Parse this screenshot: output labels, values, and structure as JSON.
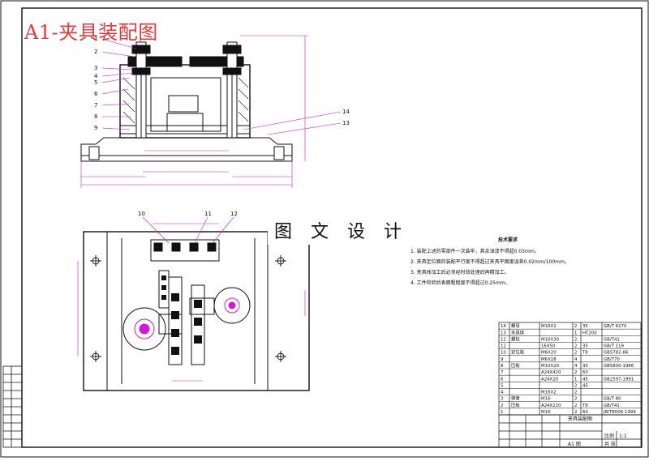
{
  "title": "A1-夹具装配图",
  "watermark": "图 文 设 计",
  "notes": {
    "heading": "技术要求",
    "items": [
      "1. 装配上述的零部件一次装牢，其余油漆不得超0.03mm。",
      "2. 夹具定位面的装配平行度不得超过夹具平面度误差0.02mm/100mm。",
      "3. 夹具体加工后必须经时效处理后再精加工。",
      "4. 工件检验后表面粗糙度不得超过0.25mm。"
    ]
  },
  "callouts_front": [
    "1",
    "2",
    "3",
    "4",
    "5",
    "6",
    "7",
    "8",
    "9"
  ],
  "callouts_front_right": [
    "14",
    "13"
  ],
  "callouts_top": [
    "10",
    "11",
    "12"
  ],
  "bom": {
    "rows": [
      [
        "14",
        "螺母",
        "M16X2",
        "2",
        "35",
        "GB/T 6170"
      ],
      [
        "13",
        "夹具体",
        "",
        "1",
        "HT200",
        ""
      ],
      [
        "12",
        "螺栓",
        "M16X30",
        "2",
        "",
        "GB/T41"
      ],
      [
        "11",
        "",
        "16X50",
        "2",
        "35",
        "GB/T 119"
      ],
      [
        "10",
        "定位板",
        "M6X20",
        "2",
        "T8",
        "GB5782-86"
      ],
      [
        "9",
        "",
        "M6X18",
        "4",
        "",
        "GB/T70"
      ],
      [
        "8",
        "压板",
        "M10X20",
        "4",
        "35",
        "GB5800-1986"
      ],
      [
        "7",
        "",
        "A24X420",
        "2",
        "60",
        ""
      ],
      [
        "6",
        "",
        "A24X20",
        "1",
        "45",
        "GB2597-1991"
      ],
      [
        "5",
        "",
        "",
        "2",
        "45",
        ""
      ],
      [
        "4",
        "",
        "M16X2",
        "2",
        "",
        ""
      ],
      [
        "3",
        "弹簧",
        "M16",
        "2",
        "",
        "GB/T 80"
      ],
      [
        "2",
        "压板",
        "A24X220",
        "2",
        "T8",
        "GB/T41"
      ],
      [
        "1",
        "",
        "M16",
        "2",
        "60",
        "JB/T8006-1999"
      ]
    ]
  },
  "title_block": {
    "drawing_name": "夹具装配图",
    "scale_label": "比例",
    "sheet_label": "共 张",
    "sheet_no": "1:1",
    "bottom_label": "A1 图"
  }
}
